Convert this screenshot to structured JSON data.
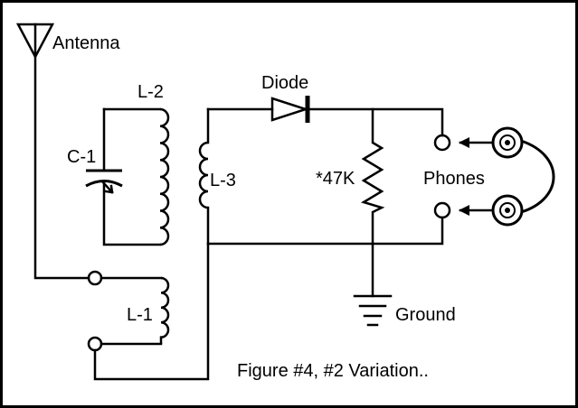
{
  "labels": {
    "antenna": "Antenna",
    "l2": "L-2",
    "c1": "C-1",
    "l3": "L-3",
    "diode": "Diode",
    "resistor": "*47K",
    "phones": "Phones",
    "l1": "L-1",
    "ground": "Ground",
    "caption": "Figure #4, #2 Variation.."
  }
}
